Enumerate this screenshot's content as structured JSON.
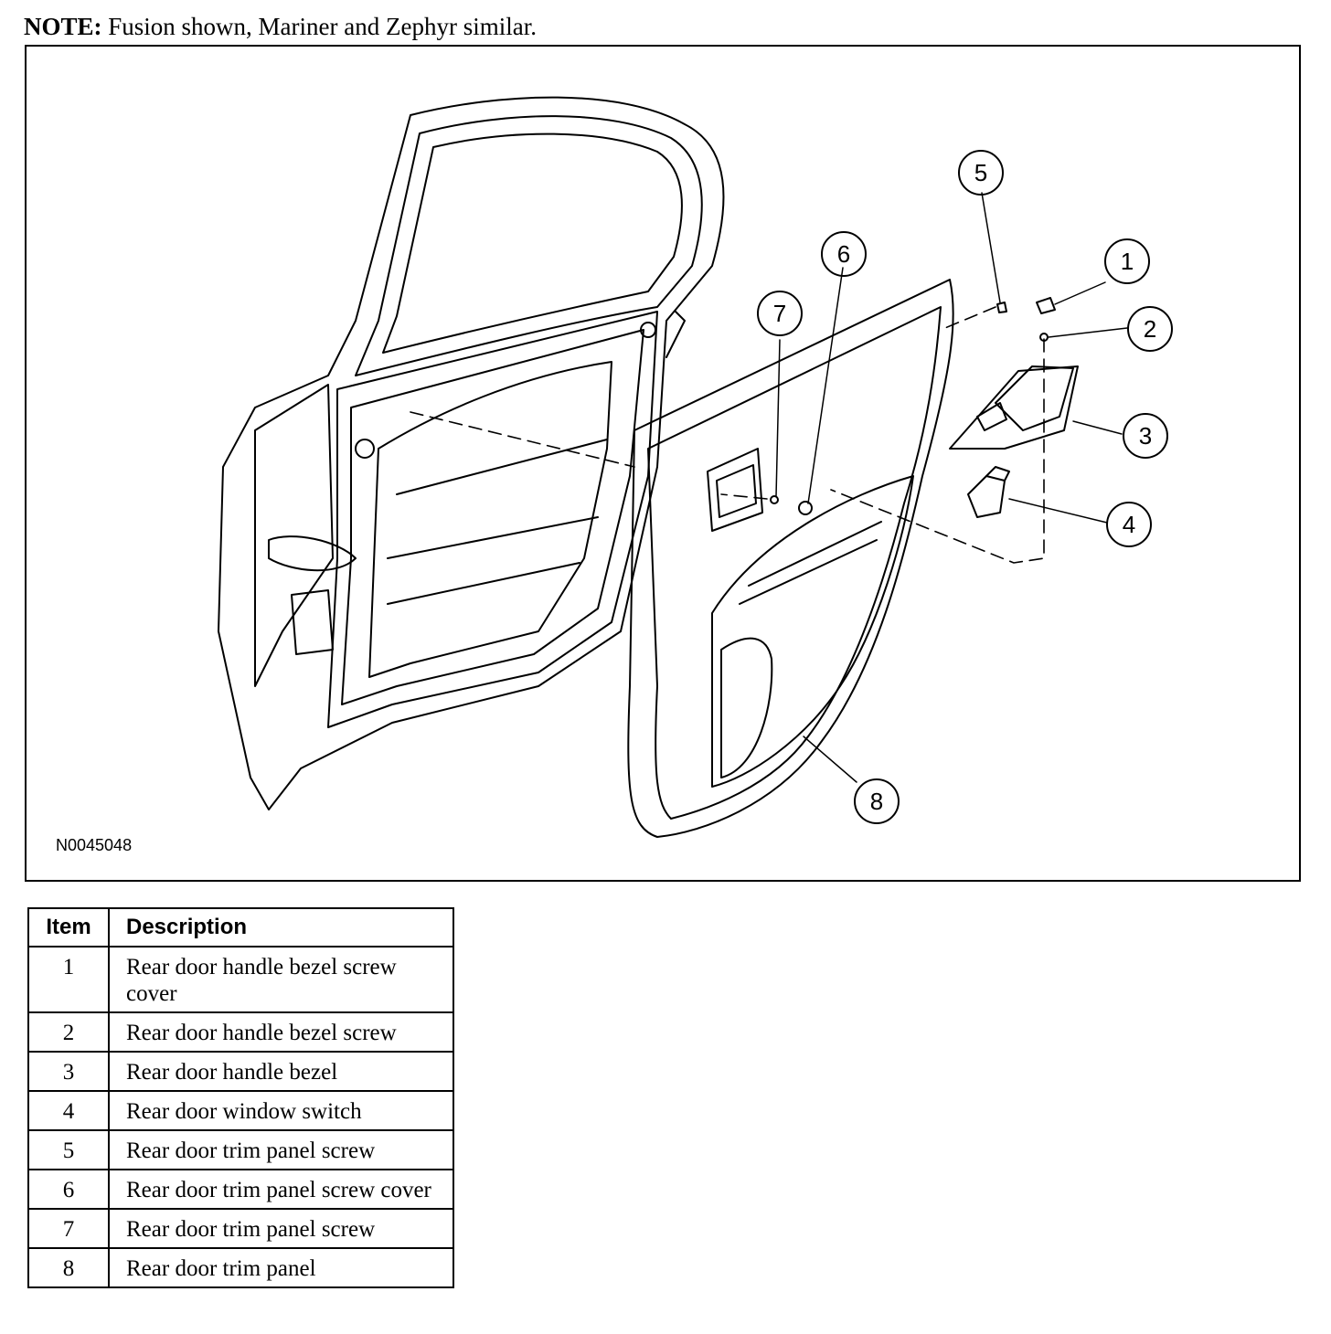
{
  "note": {
    "label": "NOTE:",
    "text": "Fusion shown, Mariner and Zephyr similar."
  },
  "figure": {
    "id": "N0045048",
    "callouts": [
      "1",
      "2",
      "3",
      "4",
      "5",
      "6",
      "7",
      "8"
    ]
  },
  "legend": {
    "headers": {
      "item": "Item",
      "description": "Description"
    },
    "rows": [
      {
        "item": "1",
        "description": "Rear door handle bezel screw cover"
      },
      {
        "item": "2",
        "description": "Rear door handle bezel screw"
      },
      {
        "item": "3",
        "description": "Rear door handle bezel"
      },
      {
        "item": "4",
        "description": "Rear door window switch"
      },
      {
        "item": "5",
        "description": "Rear door trim panel screw"
      },
      {
        "item": "6",
        "description": "Rear door trim panel screw cover"
      },
      {
        "item": "7",
        "description": "Rear door trim panel screw"
      },
      {
        "item": "8",
        "description": "Rear door trim panel"
      }
    ]
  }
}
